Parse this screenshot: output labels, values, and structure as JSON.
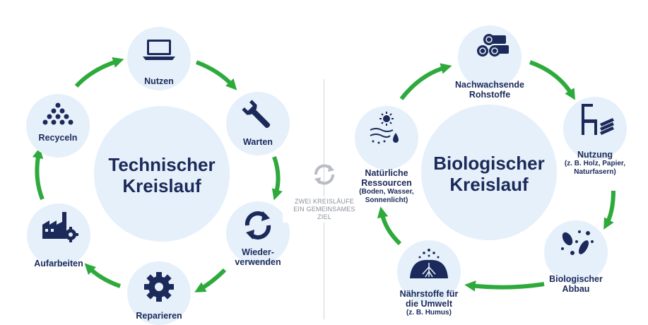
{
  "technical": {
    "title_line1": "Technischer",
    "title_line2": "Kreislauf",
    "nodes": {
      "nutzen": "Nutzen",
      "warten": "Warten",
      "wiederverwenden_l1": "Wieder-",
      "wiederverwenden_l2": "verwenden",
      "reparieren": "Reparieren",
      "aufarbeiten": "Aufarbeiten",
      "recyceln": "Recyceln"
    }
  },
  "center": {
    "line1": "ZWEI KREISLÄUFE",
    "line2": "EIN GEMEINSAMES",
    "line3": "ZIEL"
  },
  "biological": {
    "title_line1": "Biologischer",
    "title_line2": "Kreislauf",
    "nodes": {
      "rohstoffe_l1": "Nachwachsende",
      "rohstoffe_l2": "Rohstoffe",
      "nutzung": "Nutzung",
      "nutzung_sub_l1": "(z. B. Holz, Papier,",
      "nutzung_sub_l2": "Naturfasern)",
      "abbau_l1": "Biologischer",
      "abbau_l2": "Abbau",
      "naehrstoffe_l1": "Nährstoffe für",
      "naehrstoffe_l2": "die Umwelt",
      "naehrstoffe_sub": "(z. B. Humus)",
      "ressourcen_l1": "Natürliche",
      "ressourcen_l2": "Ressourcen",
      "ressourcen_sub_l1": "(Boden, Wasser,",
      "ressourcen_sub_l2": "Sonnenlicht)"
    }
  },
  "colors": {
    "navy": "#1b2a5a",
    "circle_bg": "#e6f0fa",
    "arrow_green": "#2eaa3c",
    "divider": "#cfd3da",
    "muted_text": "#8a8f99"
  },
  "icons": [
    "laptop-icon",
    "wrench-icon",
    "cycle-arrows-icon",
    "gear-icon",
    "factory-icon",
    "dots-pile-icon",
    "logs-icon",
    "chair-books-icon",
    "microbes-icon",
    "soil-roots-icon",
    "sun-water-icon",
    "sync-icon"
  ]
}
